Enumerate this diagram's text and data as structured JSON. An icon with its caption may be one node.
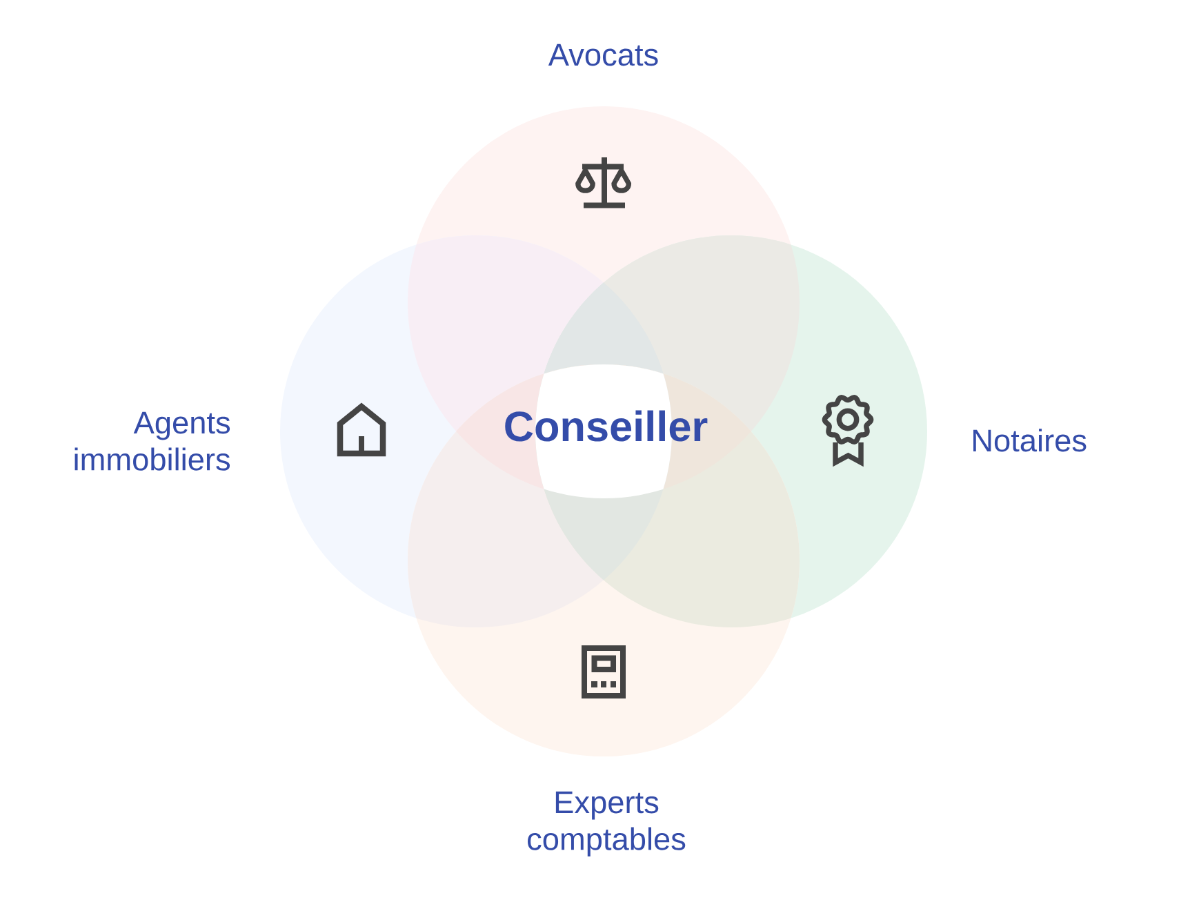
{
  "diagram": {
    "nodes": [
      {
        "text": [
          "Avocats"
        ]
      },
      {
        "text": [
          "Agents immobiliers"
        ]
      },
      {
        "text": [
          "Conseiller"
        ]
      },
      {
        "text": [
          "Notaires"
        ]
      },
      {
        "text": [
          "Experts comptables"
        ]
      }
    ]
  }
}
